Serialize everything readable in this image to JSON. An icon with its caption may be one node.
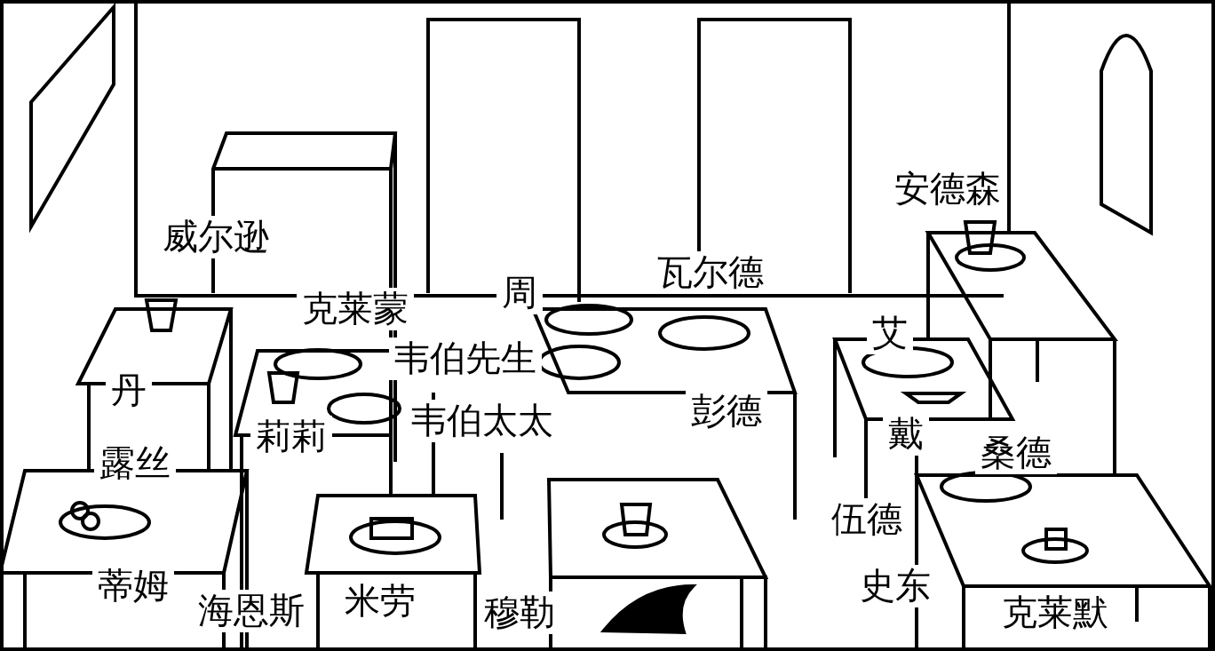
{
  "diagram": {
    "labels": [
      "威尔逊",
      "安德森",
      "周",
      "瓦尔德",
      "克莱蒙",
      "艾",
      "韦伯先生",
      "丹",
      "彭德",
      "韦伯太太",
      "莉莉",
      "戴",
      "桑德",
      "露丝",
      "伍德",
      "蒂姆",
      "史东",
      "海恩斯",
      "米劳",
      "穆勒",
      "克莱默"
    ]
  }
}
